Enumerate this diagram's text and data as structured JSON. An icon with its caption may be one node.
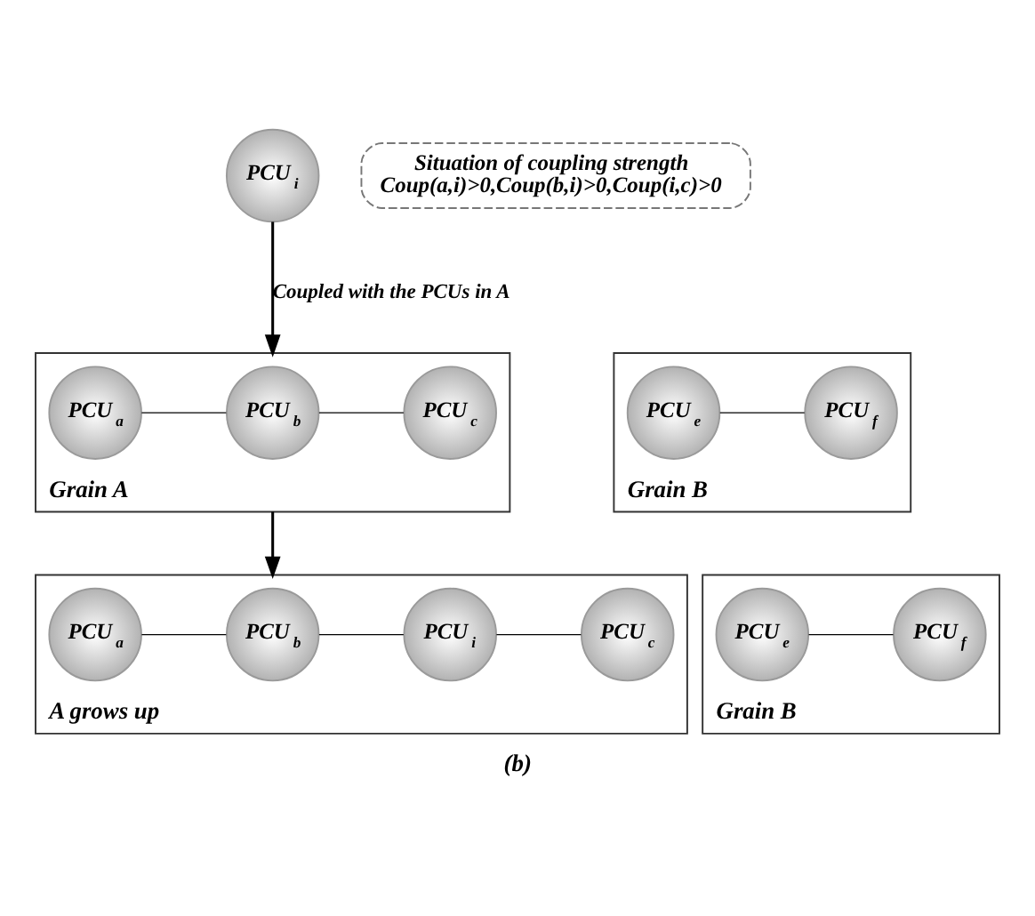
{
  "diagram": {
    "caption": "(b)",
    "nodes": [
      {
        "text": [
          "PCU$_{i}$"
        ]
      },
      {
        "text": [
          "Situation of coupling strength",
          "Coup(a,i)>0,Coup(b,i)>0,Coup(i,c)>0"
        ]
      },
      {
        "text": [
          "Grain A"
        ]
      },
      {
        "text": [
          "PCU$_{a}$"
        ],
        "in": 2
      },
      {
        "text": [
          "PCU$_{b}$"
        ],
        "in": 2
      },
      {
        "text": [
          "PCU$_{c}$"
        ],
        "in": 2
      },
      {
        "text": [
          "Grain B"
        ]
      },
      {
        "text": [
          "PCU$_{e}$"
        ],
        "in": 6
      },
      {
        "text": [
          "PCU$_{f}$"
        ],
        "in": 6
      },
      {
        "text": [
          "A grows up"
        ]
      },
      {
        "text": [
          "PCU$_{a}$"
        ],
        "in": 9
      },
      {
        "text": [
          "PCU$_{b}$"
        ],
        "in": 9
      },
      {
        "text": [
          "PCU$_{i}$"
        ],
        "in": 9
      },
      {
        "text": [
          "PCU$_{c}$"
        ],
        "in": 9
      },
      {
        "text": [
          "Grain B"
        ]
      },
      {
        "text": [
          "PCU$_{e}$"
        ],
        "in": 14
      },
      {
        "text": [
          "PCU$_{f}$"
        ],
        "in": 14
      }
    ],
    "edges": [
      {
        "from": 0,
        "to": 2,
        "arrow": "to",
        "label": "Coupled with the PCUs in A"
      },
      {
        "from": 3,
        "to": 4,
        "arrow": "none"
      },
      {
        "from": 4,
        "to": 5,
        "arrow": "none"
      },
      {
        "from": 7,
        "to": 8,
        "arrow": "none"
      },
      {
        "from": 2,
        "to": 9,
        "arrow": "to"
      },
      {
        "from": 10,
        "to": 11,
        "arrow": "none"
      },
      {
        "from": 11,
        "to": 12,
        "arrow": "none"
      },
      {
        "from": 12,
        "to": 13,
        "arrow": "none"
      },
      {
        "from": 15,
        "to": 16,
        "arrow": "none"
      }
    ]
  }
}
